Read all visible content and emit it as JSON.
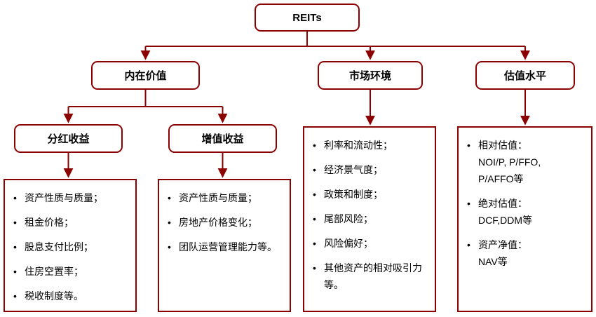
{
  "diagram": {
    "title": "REITs analysis framework",
    "bullet": "•",
    "colors": {
      "line": "#8B0000",
      "border": "#8B0000",
      "text": "#000000",
      "background": "#FFFFFF"
    },
    "root": {
      "label": "REITs"
    },
    "branches": [
      {
        "label": "内在价值"
      },
      {
        "label": "市场环境"
      },
      {
        "label": "估值水平"
      }
    ],
    "sub_branches": [
      {
        "label": "分红收益"
      },
      {
        "label": "增值收益"
      }
    ],
    "lists": [
      {
        "id": "dividend-factors",
        "items": [
          "资产性质与质量；",
          "租金价格；",
          "股息支付比例；",
          "住房空置率；",
          "税收制度等。"
        ]
      },
      {
        "id": "appreciation-factors",
        "items": [
          "资产性质与质量；",
          "房地产价格变化；",
          "团队运营管理能力等。"
        ]
      },
      {
        "id": "market-factors",
        "items": [
          "利率和流动性；",
          "经济景气度；",
          "政策和制度；",
          "尾部风险；",
          "风险偏好；",
          "其他资产的相对吸引力等。"
        ]
      },
      {
        "id": "valuation-methods",
        "items": [
          "相对估值：\nNOI/P, P/FFO,\nP/AFFO等",
          "绝对估值：\nDCF,DDM等",
          "资产净值：\nNAV等"
        ]
      }
    ]
  }
}
